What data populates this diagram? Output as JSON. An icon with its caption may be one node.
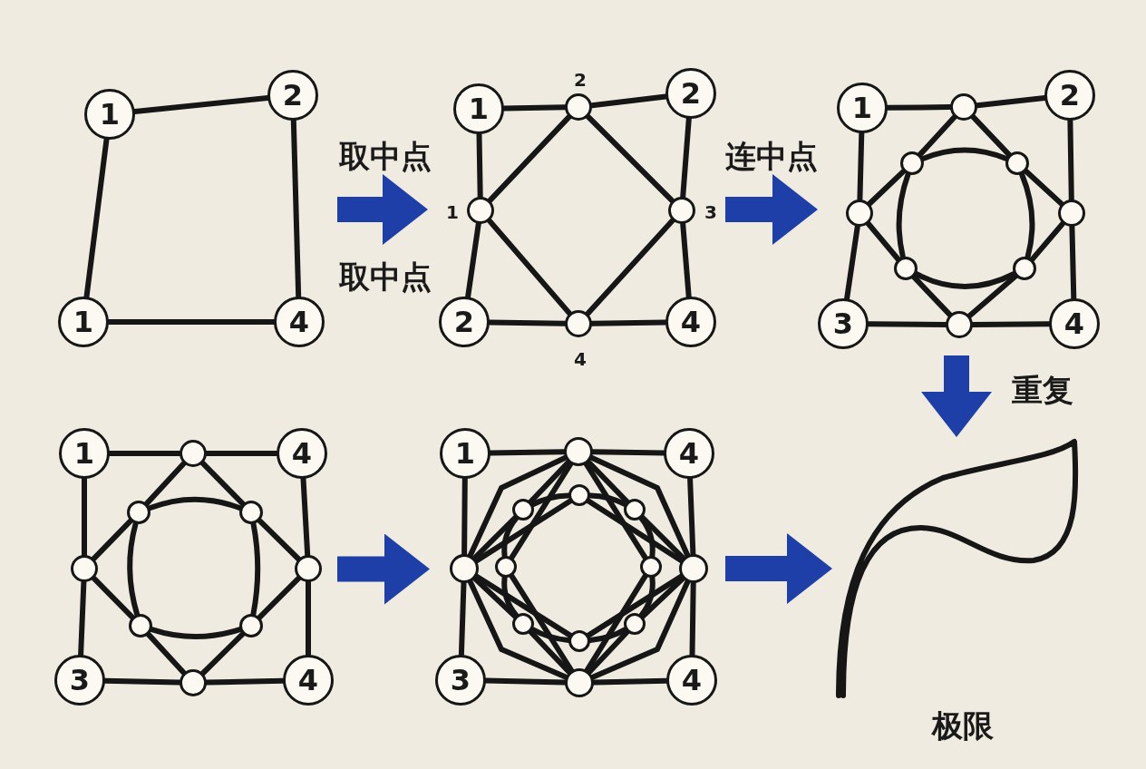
{
  "diagram": {
    "nodes": [
      {
        "text": [],
        "shape": "picture"
      },
      {
        "text": [
          "1"
        ],
        "in": 0
      },
      {
        "text": [
          "2"
        ],
        "in": 0
      },
      {
        "text": [
          "1"
        ],
        "in": 0
      },
      {
        "text": [
          "4"
        ],
        "in": 0
      },
      {
        "text": [],
        "shape": "picture"
      },
      {
        "text": [
          "1"
        ],
        "in": 5
      },
      {
        "text": [],
        "shape": "circle",
        "in": 5,
        "beside": [
          "2"
        ]
      },
      {
        "text": [
          "2"
        ],
        "in": 5
      },
      {
        "text": [],
        "shape": "circle",
        "in": 5,
        "beside": [
          "1"
        ]
      },
      {
        "text": [],
        "shape": "circle",
        "in": 5,
        "beside": [
          "3"
        ]
      },
      {
        "text": [
          "2"
        ],
        "in": 5
      },
      {
        "text": [],
        "shape": "circle",
        "in": 5,
        "beside": [
          "4"
        ]
      },
      {
        "text": [
          "4"
        ],
        "in": 5
      },
      {
        "text": [],
        "shape": "picture"
      },
      {
        "text": [
          "1"
        ],
        "in": 14
      },
      {
        "text": [],
        "shape": "circle",
        "in": 14
      },
      {
        "text": [
          "2"
        ],
        "in": 14
      },
      {
        "text": [],
        "shape": "circle",
        "in": 14
      },
      {
        "text": [],
        "shape": "circle",
        "in": 14
      },
      {
        "text": [],
        "shape": "circle",
        "in": 14
      },
      {
        "text": [],
        "shape": "circle",
        "in": 14
      },
      {
        "text": [],
        "shape": "circle",
        "in": 14
      },
      {
        "text": [],
        "shape": "circle",
        "in": 14
      },
      {
        "text": [
          "3"
        ],
        "in": 14
      },
      {
        "text": [],
        "shape": "circle",
        "in": 14
      },
      {
        "text": [
          "4"
        ],
        "in": 14
      },
      {
        "text": [],
        "shape": "picture"
      },
      {
        "text": [
          "1"
        ],
        "in": 27
      },
      {
        "text": [],
        "shape": "circle",
        "in": 27
      },
      {
        "text": [
          "4"
        ],
        "in": 27
      },
      {
        "text": [],
        "shape": "circle",
        "in": 27
      },
      {
        "text": [],
        "shape": "circle",
        "in": 27
      },
      {
        "text": [],
        "shape": "circle",
        "in": 27
      },
      {
        "text": [],
        "shape": "circle",
        "in": 27
      },
      {
        "text": [],
        "shape": "circle",
        "in": 27
      },
      {
        "text": [],
        "shape": "circle",
        "in": 27
      },
      {
        "text": [
          "3"
        ],
        "in": 27
      },
      {
        "text": [],
        "shape": "circle",
        "in": 27
      },
      {
        "text": [
          "4"
        ],
        "in": 27
      },
      {
        "text": [],
        "shape": "picture"
      },
      {
        "text": [
          "1"
        ],
        "in": 40
      },
      {
        "text": [],
        "shape": "circle",
        "in": 40
      },
      {
        "text": [
          "4"
        ],
        "in": 40
      },
      {
        "text": [],
        "shape": "circle",
        "in": 40
      },
      {
        "text": [],
        "shape": "circle",
        "in": 40
      },
      {
        "text": [],
        "shape": "circle",
        "in": 40
      },
      {
        "text": [],
        "shape": "circle",
        "in": 40
      },
      {
        "text": [],
        "shape": "circle",
        "in": 40
      },
      {
        "text": [],
        "shape": "circle",
        "in": 40
      },
      {
        "text": [],
        "shape": "circle",
        "in": 40
      },
      {
        "text": [],
        "shape": "circle",
        "in": 40
      },
      {
        "text": [],
        "shape": "circle",
        "in": 40
      },
      {
        "text": [],
        "shape": "circle",
        "in": 40
      },
      {
        "text": [
          "3"
        ],
        "in": 40
      },
      {
        "text": [],
        "shape": "circle",
        "in": 40
      },
      {
        "text": [
          "4"
        ],
        "in": 40
      },
      {
        "text": [],
        "shape": "picture",
        "beside": [
          "极限"
        ]
      }
    ],
    "edges": [
      {
        "from": 1,
        "to": 2,
        "arrow": "none"
      },
      {
        "from": 2,
        "to": 4,
        "arrow": "none"
      },
      {
        "from": 4,
        "to": 3,
        "arrow": "none"
      },
      {
        "from": 3,
        "to": 1,
        "arrow": "none"
      },
      {
        "from": 0,
        "to": 5,
        "arrow": "to",
        "label": "取中点",
        "style": "thick",
        "color": "#1f3fa8"
      },
      {
        "from": 6,
        "to": 7,
        "arrow": "none"
      },
      {
        "from": 7,
        "to": 8,
        "arrow": "none"
      },
      {
        "from": 8,
        "to": 10,
        "arrow": "none"
      },
      {
        "from": 10,
        "to": 13,
        "arrow": "none"
      },
      {
        "from": 13,
        "to": 12,
        "arrow": "none"
      },
      {
        "from": 12,
        "to": 11,
        "arrow": "none"
      },
      {
        "from": 11,
        "to": 9,
        "arrow": "none"
      },
      {
        "from": 9,
        "to": 6,
        "arrow": "none"
      },
      {
        "from": 7,
        "to": 10,
        "arrow": "none"
      },
      {
        "from": 10,
        "to": 12,
        "arrow": "none"
      },
      {
        "from": 12,
        "to": 9,
        "arrow": "none"
      },
      {
        "from": 9,
        "to": 7,
        "arrow": "none"
      },
      {
        "from": 5,
        "to": 14,
        "arrow": "to",
        "label": "连中点",
        "style": "thick",
        "color": "#1f3fa8"
      },
      {
        "from": 15,
        "to": 16,
        "arrow": "none"
      },
      {
        "from": 16,
        "to": 17,
        "arrow": "none"
      },
      {
        "from": 17,
        "to": 21,
        "arrow": "none"
      },
      {
        "from": 21,
        "to": 26,
        "arrow": "none"
      },
      {
        "from": 26,
        "to": 25,
        "arrow": "none"
      },
      {
        "from": 25,
        "to": 24,
        "arrow": "none"
      },
      {
        "from": 24,
        "to": 20,
        "arrow": "none"
      },
      {
        "from": 20,
        "to": 15,
        "arrow": "none"
      },
      {
        "from": 16,
        "to": 19,
        "arrow": "none"
      },
      {
        "from": 19,
        "to": 21,
        "arrow": "none"
      },
      {
        "from": 21,
        "to": 23,
        "arrow": "none"
      },
      {
        "from": 23,
        "to": 25,
        "arrow": "none"
      },
      {
        "from": 25,
        "to": 22,
        "arrow": "none"
      },
      {
        "from": 22,
        "to": 20,
        "arrow": "none"
      },
      {
        "from": 20,
        "to": 18,
        "arrow": "none"
      },
      {
        "from": 18,
        "to": 16,
        "arrow": "none"
      },
      {
        "from": 18,
        "to": 19,
        "arrow": "none"
      },
      {
        "from": 19,
        "to": 23,
        "arrow": "none"
      },
      {
        "from": 23,
        "to": 22,
        "arrow": "none"
      },
      {
        "from": 22,
        "to": 18,
        "arrow": "none"
      },
      {
        "from": 14,
        "to": 57,
        "arrow": "to",
        "label": "重复",
        "style": "thick",
        "color": "#1f3fa8"
      },
      {
        "from": 28,
        "to": 29,
        "arrow": "none"
      },
      {
        "from": 29,
        "to": 30,
        "arrow": "none"
      },
      {
        "from": 30,
        "to": 34,
        "arrow": "none"
      },
      {
        "from": 34,
        "to": 39,
        "arrow": "none"
      },
      {
        "from": 39,
        "to": 38,
        "arrow": "none"
      },
      {
        "from": 38,
        "to": 37,
        "arrow": "none"
      },
      {
        "from": 37,
        "to": 33,
        "arrow": "none"
      },
      {
        "from": 33,
        "to": 28,
        "arrow": "none"
      },
      {
        "from": 29,
        "to": 32,
        "arrow": "none"
      },
      {
        "from": 32,
        "to": 34,
        "arrow": "none"
      },
      {
        "from": 34,
        "to": 36,
        "arrow": "none"
      },
      {
        "from": 36,
        "to": 38,
        "arrow": "none"
      },
      {
        "from": 38,
        "to": 35,
        "arrow": "none"
      },
      {
        "from": 35,
        "to": 33,
        "arrow": "none"
      },
      {
        "from": 33,
        "to": 31,
        "arrow": "none"
      },
      {
        "from": 31,
        "to": 29,
        "arrow": "none"
      },
      {
        "from": 31,
        "to": 32,
        "arrow": "none"
      },
      {
        "from": 32,
        "to": 36,
        "arrow": "none"
      },
      {
        "from": 36,
        "to": 35,
        "arrow": "none"
      },
      {
        "from": 35,
        "to": 31,
        "arrow": "none"
      },
      {
        "from": 27,
        "to": 40,
        "arrow": "to",
        "style": "thick",
        "color": "#1f3fa8"
      },
      {
        "from": 41,
        "to": 42,
        "arrow": "none"
      },
      {
        "from": 42,
        "to": 43,
        "arrow": "none"
      },
      {
        "from": 43,
        "to": 50,
        "arrow": "none"
      },
      {
        "from": 50,
        "to": 56,
        "arrow": "none"
      },
      {
        "from": 56,
        "to": 55,
        "arrow": "none"
      },
      {
        "from": 55,
        "to": 54,
        "arrow": "none"
      },
      {
        "from": 54,
        "to": 47,
        "arrow": "none"
      },
      {
        "from": 47,
        "to": 41,
        "arrow": "none"
      },
      {
        "from": 42,
        "to": 46,
        "arrow": "none"
      },
      {
        "from": 46,
        "to": 50,
        "arrow": "none"
      },
      {
        "from": 50,
        "to": 52,
        "arrow": "none"
      },
      {
        "from": 52,
        "to": 55,
        "arrow": "none"
      },
      {
        "from": 55,
        "to": 51,
        "arrow": "none"
      },
      {
        "from": 51,
        "to": 47,
        "arrow": "none"
      },
      {
        "from": 47,
        "to": 45,
        "arrow": "none"
      },
      {
        "from": 45,
        "to": 42,
        "arrow": "none"
      },
      {
        "from": 45,
        "to": 44,
        "arrow": "none"
      },
      {
        "from": 44,
        "to": 46,
        "arrow": "none"
      },
      {
        "from": 46,
        "to": 49,
        "arrow": "none"
      },
      {
        "from": 49,
        "to": 52,
        "arrow": "none"
      },
      {
        "from": 52,
        "to": 53,
        "arrow": "none"
      },
      {
        "from": 53,
        "to": 51,
        "arrow": "none"
      },
      {
        "from": 51,
        "to": 48,
        "arrow": "none"
      },
      {
        "from": 48,
        "to": 45,
        "arrow": "none"
      },
      {
        "from": 42,
        "to": 47,
        "arrow": "none"
      },
      {
        "from": 42,
        "to": 50,
        "arrow": "none"
      },
      {
        "from": 55,
        "to": 47,
        "arrow": "none"
      },
      {
        "from": 55,
        "to": 50,
        "arrow": "none"
      },
      {
        "from": 42,
        "to": 48,
        "arrow": "none"
      },
      {
        "from": 42,
        "to": 49,
        "arrow": "none"
      },
      {
        "from": 50,
        "to": 44,
        "arrow": "none"
      },
      {
        "from": 50,
        "to": 53,
        "arrow": "none"
      },
      {
        "from": 55,
        "to": 48,
        "arrow": "none"
      },
      {
        "from": 55,
        "to": 49,
        "arrow": "none"
      },
      {
        "from": 47,
        "to": 44,
        "arrow": "none"
      },
      {
        "from": 47,
        "to": 53,
        "arrow": "none"
      },
      {
        "from": 40,
        "to": 57,
        "arrow": "to",
        "style": "thick",
        "color": "#1f3fa8"
      }
    ],
    "labels": [
      "取中点"
    ]
  }
}
